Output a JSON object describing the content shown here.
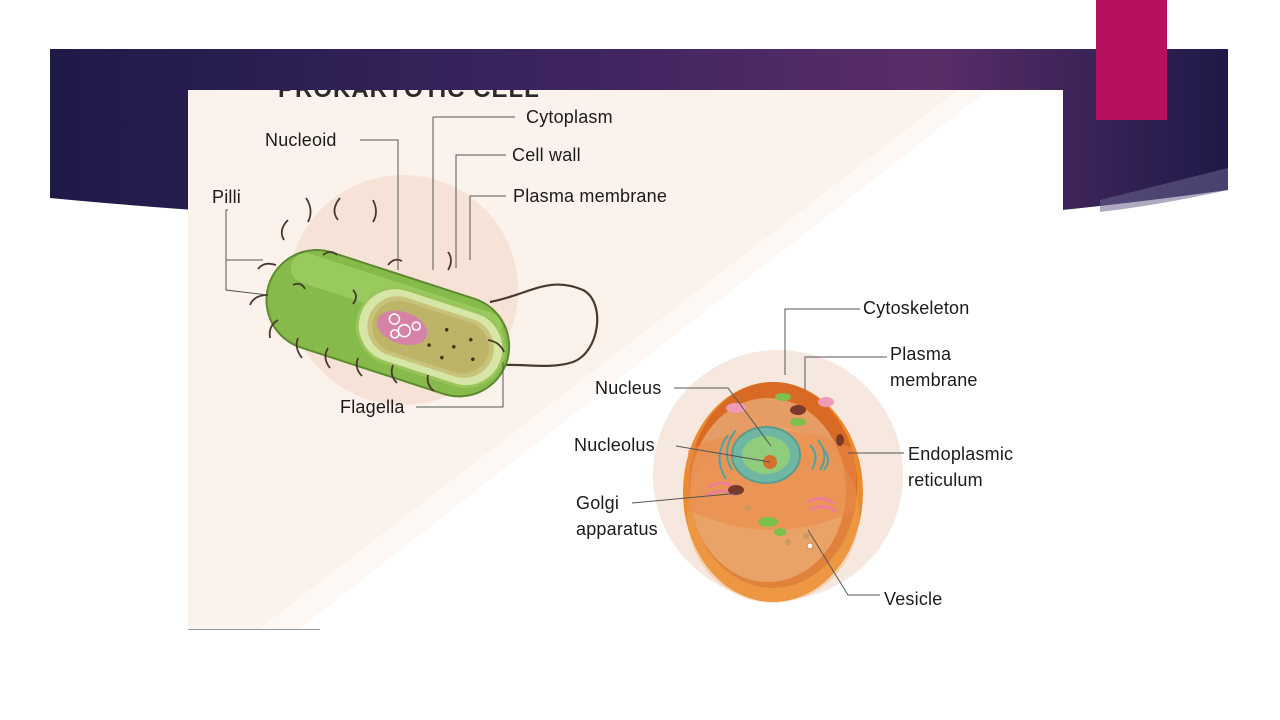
{
  "slide": {
    "title": "PROKARYOTIC CELL",
    "colors": {
      "banner_dark": "#1e1a48",
      "banner_mid": "#3e2560",
      "banner_plum": "#5a2d69",
      "accent": "#b5115f",
      "panel_bg": "#fbf2ec",
      "bacterium_green": "#8cc152",
      "cell_orange": "#e8782c"
    }
  },
  "prokaryote": {
    "labels": {
      "nucleoid": "Nucleoid",
      "cytoplasm": "Cytoplasm",
      "cell_wall": "Cell wall",
      "plasma_membrane": "Plasma membrane",
      "pilli": "Pilli",
      "flagella": "Flagella"
    }
  },
  "eukaryote": {
    "labels": {
      "cytoskeleton": "Cytoskeleton",
      "plasma_membrane_1": "Plasma",
      "plasma_membrane_2": "membrane",
      "nucleus": "Nucleus",
      "nucleolus": "Nucleolus",
      "er_1": "Endoplasmic",
      "er_2": "reticulum",
      "golgi_1": "Golgi",
      "golgi_2": "apparatus",
      "vesicle": "Vesicle"
    }
  }
}
